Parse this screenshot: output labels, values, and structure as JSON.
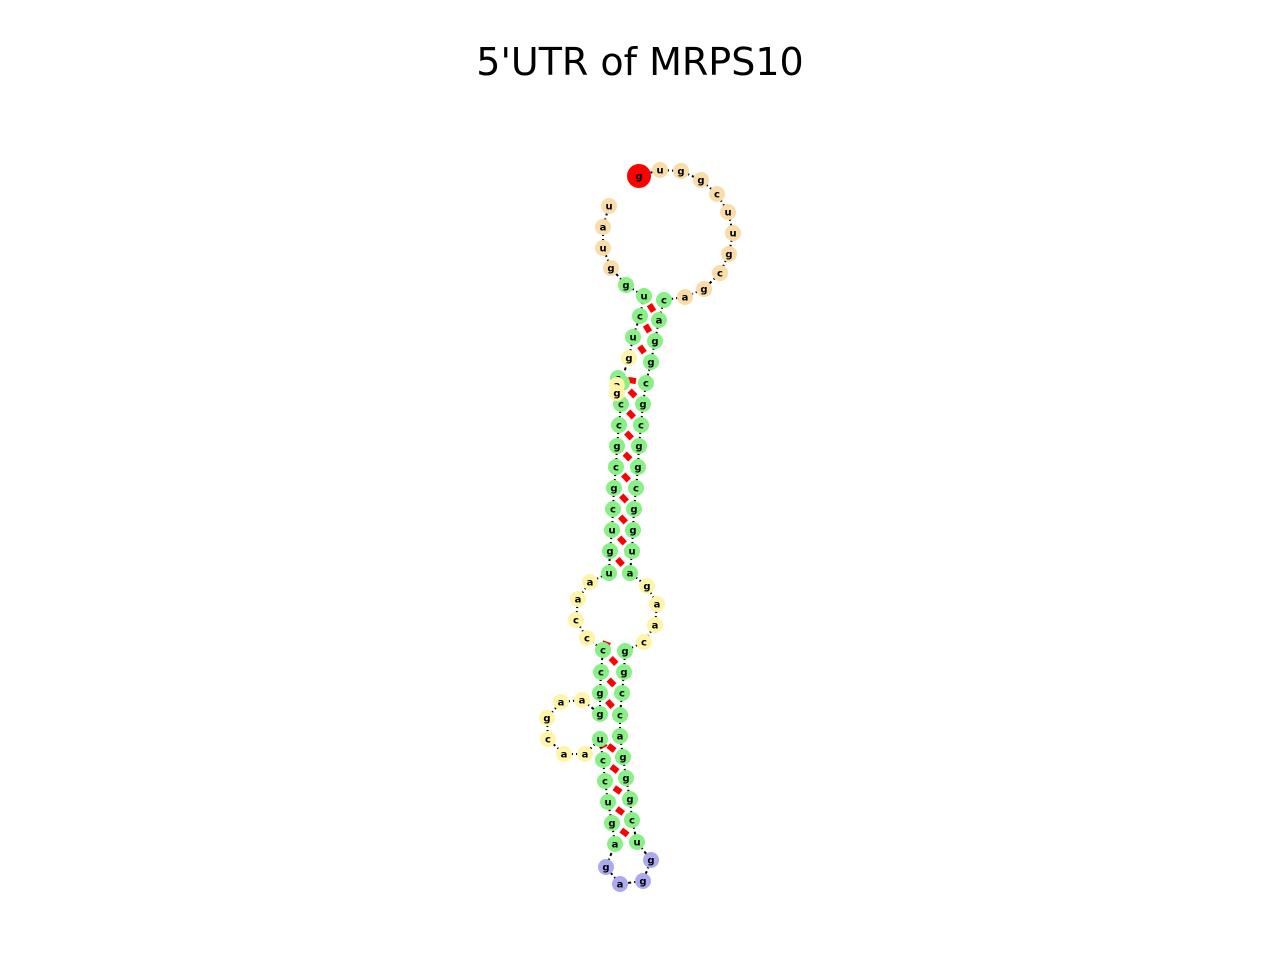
{
  "title": "5'UTR of MRPS10",
  "colors": {
    "start": "#ff0000",
    "end": "#008000",
    "exterior_unpaired": "#f9dca8",
    "stem": "#88f085",
    "interior_or_bulge": "#fff4a8",
    "hairpin": "#abaaf0",
    "pair_bond": "#ff0000",
    "backbone": "#000000"
  },
  "nucleotides": [
    {
      "base": "g",
      "type": "start"
    },
    {
      "base": "u",
      "type": "exterior_unpaired"
    },
    {
      "base": "g",
      "type": "exterior_unpaired"
    },
    {
      "base": "g",
      "type": "exterior_unpaired"
    },
    {
      "base": "c",
      "type": "exterior_unpaired"
    },
    {
      "base": "u",
      "type": "exterior_unpaired"
    },
    {
      "base": "u",
      "type": "exterior_unpaired"
    },
    {
      "base": "g",
      "type": "exterior_unpaired"
    },
    {
      "base": "c",
      "type": "exterior_unpaired"
    },
    {
      "base": "g",
      "type": "exterior_unpaired"
    },
    {
      "base": "a",
      "type": "exterior_unpaired"
    },
    {
      "base": "c",
      "type": "stem"
    },
    {
      "base": "a",
      "type": "stem"
    },
    {
      "base": "g",
      "type": "stem"
    },
    {
      "base": "g",
      "type": "stem"
    },
    {
      "base": "c",
      "type": "stem"
    },
    {
      "base": "g",
      "type": "stem"
    },
    {
      "base": "c",
      "type": "stem"
    },
    {
      "base": "g",
      "type": "stem"
    },
    {
      "base": "g",
      "type": "stem"
    },
    {
      "base": "c",
      "type": "stem"
    },
    {
      "base": "g",
      "type": "stem"
    },
    {
      "base": "g",
      "type": "stem"
    },
    {
      "base": "u",
      "type": "stem"
    },
    {
      "base": "a",
      "type": "stem"
    },
    {
      "base": "g",
      "type": "interior_or_bulge"
    },
    {
      "base": "a",
      "type": "interior_or_bulge"
    },
    {
      "base": "a",
      "type": "interior_or_bulge"
    },
    {
      "base": "c",
      "type": "interior_or_bulge"
    },
    {
      "base": "g",
      "type": "stem"
    },
    {
      "base": "g",
      "type": "stem"
    },
    {
      "base": "c",
      "type": "stem"
    },
    {
      "base": "c",
      "type": "stem"
    },
    {
      "base": "a",
      "type": "stem"
    },
    {
      "base": "g",
      "type": "stem"
    },
    {
      "base": "g",
      "type": "stem"
    },
    {
      "base": "g",
      "type": "stem"
    },
    {
      "base": "c",
      "type": "stem"
    },
    {
      "base": "u",
      "type": "stem"
    },
    {
      "base": "g",
      "type": "hairpin"
    },
    {
      "base": "g",
      "type": "hairpin"
    },
    {
      "base": "a",
      "type": "hairpin"
    },
    {
      "base": "g",
      "type": "hairpin"
    },
    {
      "base": "a",
      "type": "stem"
    },
    {
      "base": "g",
      "type": "stem"
    },
    {
      "base": "u",
      "type": "stem"
    },
    {
      "base": "c",
      "type": "stem"
    },
    {
      "base": "c",
      "type": "stem"
    },
    {
      "base": "u",
      "type": "stem"
    },
    {
      "base": "a",
      "type": "interior_or_bulge"
    },
    {
      "base": "a",
      "type": "interior_or_bulge"
    },
    {
      "base": "c",
      "type": "interior_or_bulge"
    },
    {
      "base": "g",
      "type": "interior_or_bulge"
    },
    {
      "base": "a",
      "type": "interior_or_bulge"
    },
    {
      "base": "a",
      "type": "interior_or_bulge"
    },
    {
      "base": "g",
      "type": "stem"
    },
    {
      "base": "g",
      "type": "stem"
    },
    {
      "base": "c",
      "type": "stem"
    },
    {
      "base": "c",
      "type": "stem"
    },
    {
      "base": "c",
      "type": "interior_or_bulge"
    },
    {
      "base": "c",
      "type": "interior_or_bulge"
    },
    {
      "base": "a",
      "type": "interior_or_bulge"
    },
    {
      "base": "a",
      "type": "interior_or_bulge"
    },
    {
      "base": "u",
      "type": "stem"
    },
    {
      "base": "g",
      "type": "stem"
    },
    {
      "base": "u",
      "type": "stem"
    },
    {
      "base": "c",
      "type": "stem"
    },
    {
      "base": "g",
      "type": "stem"
    },
    {
      "base": "c",
      "type": "stem"
    },
    {
      "base": "g",
      "type": "stem"
    },
    {
      "base": "c",
      "type": "stem"
    },
    {
      "base": "c",
      "type": "stem"
    },
    {
      "base": "g",
      "type": "stem"
    },
    {
      "base": "c",
      "type": "stem"
    },
    {
      "base": "a",
      "type": "interior_or_bulge"
    },
    {
      "base": "g",
      "type": "interior_or_bulge"
    },
    {
      "base": "g",
      "type": "interior_or_bulge"
    },
    {
      "base": "u",
      "type": "stem"
    },
    {
      "base": "c",
      "type": "stem"
    },
    {
      "base": "u",
      "type": "stem"
    },
    {
      "base": "g",
      "type": "stem"
    },
    {
      "base": "g",
      "type": "exterior_unpaired"
    },
    {
      "base": "u",
      "type": "exterior_unpaired"
    },
    {
      "base": "a",
      "type": "exterior_unpaired"
    },
    {
      "base": "u",
      "type": "exterior_unpaired"
    },
    {
      "base": "c",
      "type": "end"
    }
  ],
  "pairs": [
    [
      11,
      80
    ],
    [
      12,
      79
    ],
    [
      13,
      78
    ],
    [
      14,
      77
    ],
    [
      15,
      73
    ],
    [
      16,
      72
    ],
    [
      17,
      71
    ],
    [
      18,
      70
    ],
    [
      19,
      69
    ],
    [
      20,
      68
    ],
    [
      21,
      67
    ],
    [
      22,
      66
    ],
    [
      23,
      65
    ],
    [
      24,
      64
    ],
    [
      29,
      59
    ],
    [
      30,
      58
    ],
    [
      31,
      57
    ],
    [
      32,
      56
    ],
    [
      33,
      49
    ],
    [
      34,
      48
    ],
    [
      35,
      47
    ],
    [
      36,
      46
    ],
    [
      37,
      45
    ],
    [
      38,
      44
    ]
  ]
}
